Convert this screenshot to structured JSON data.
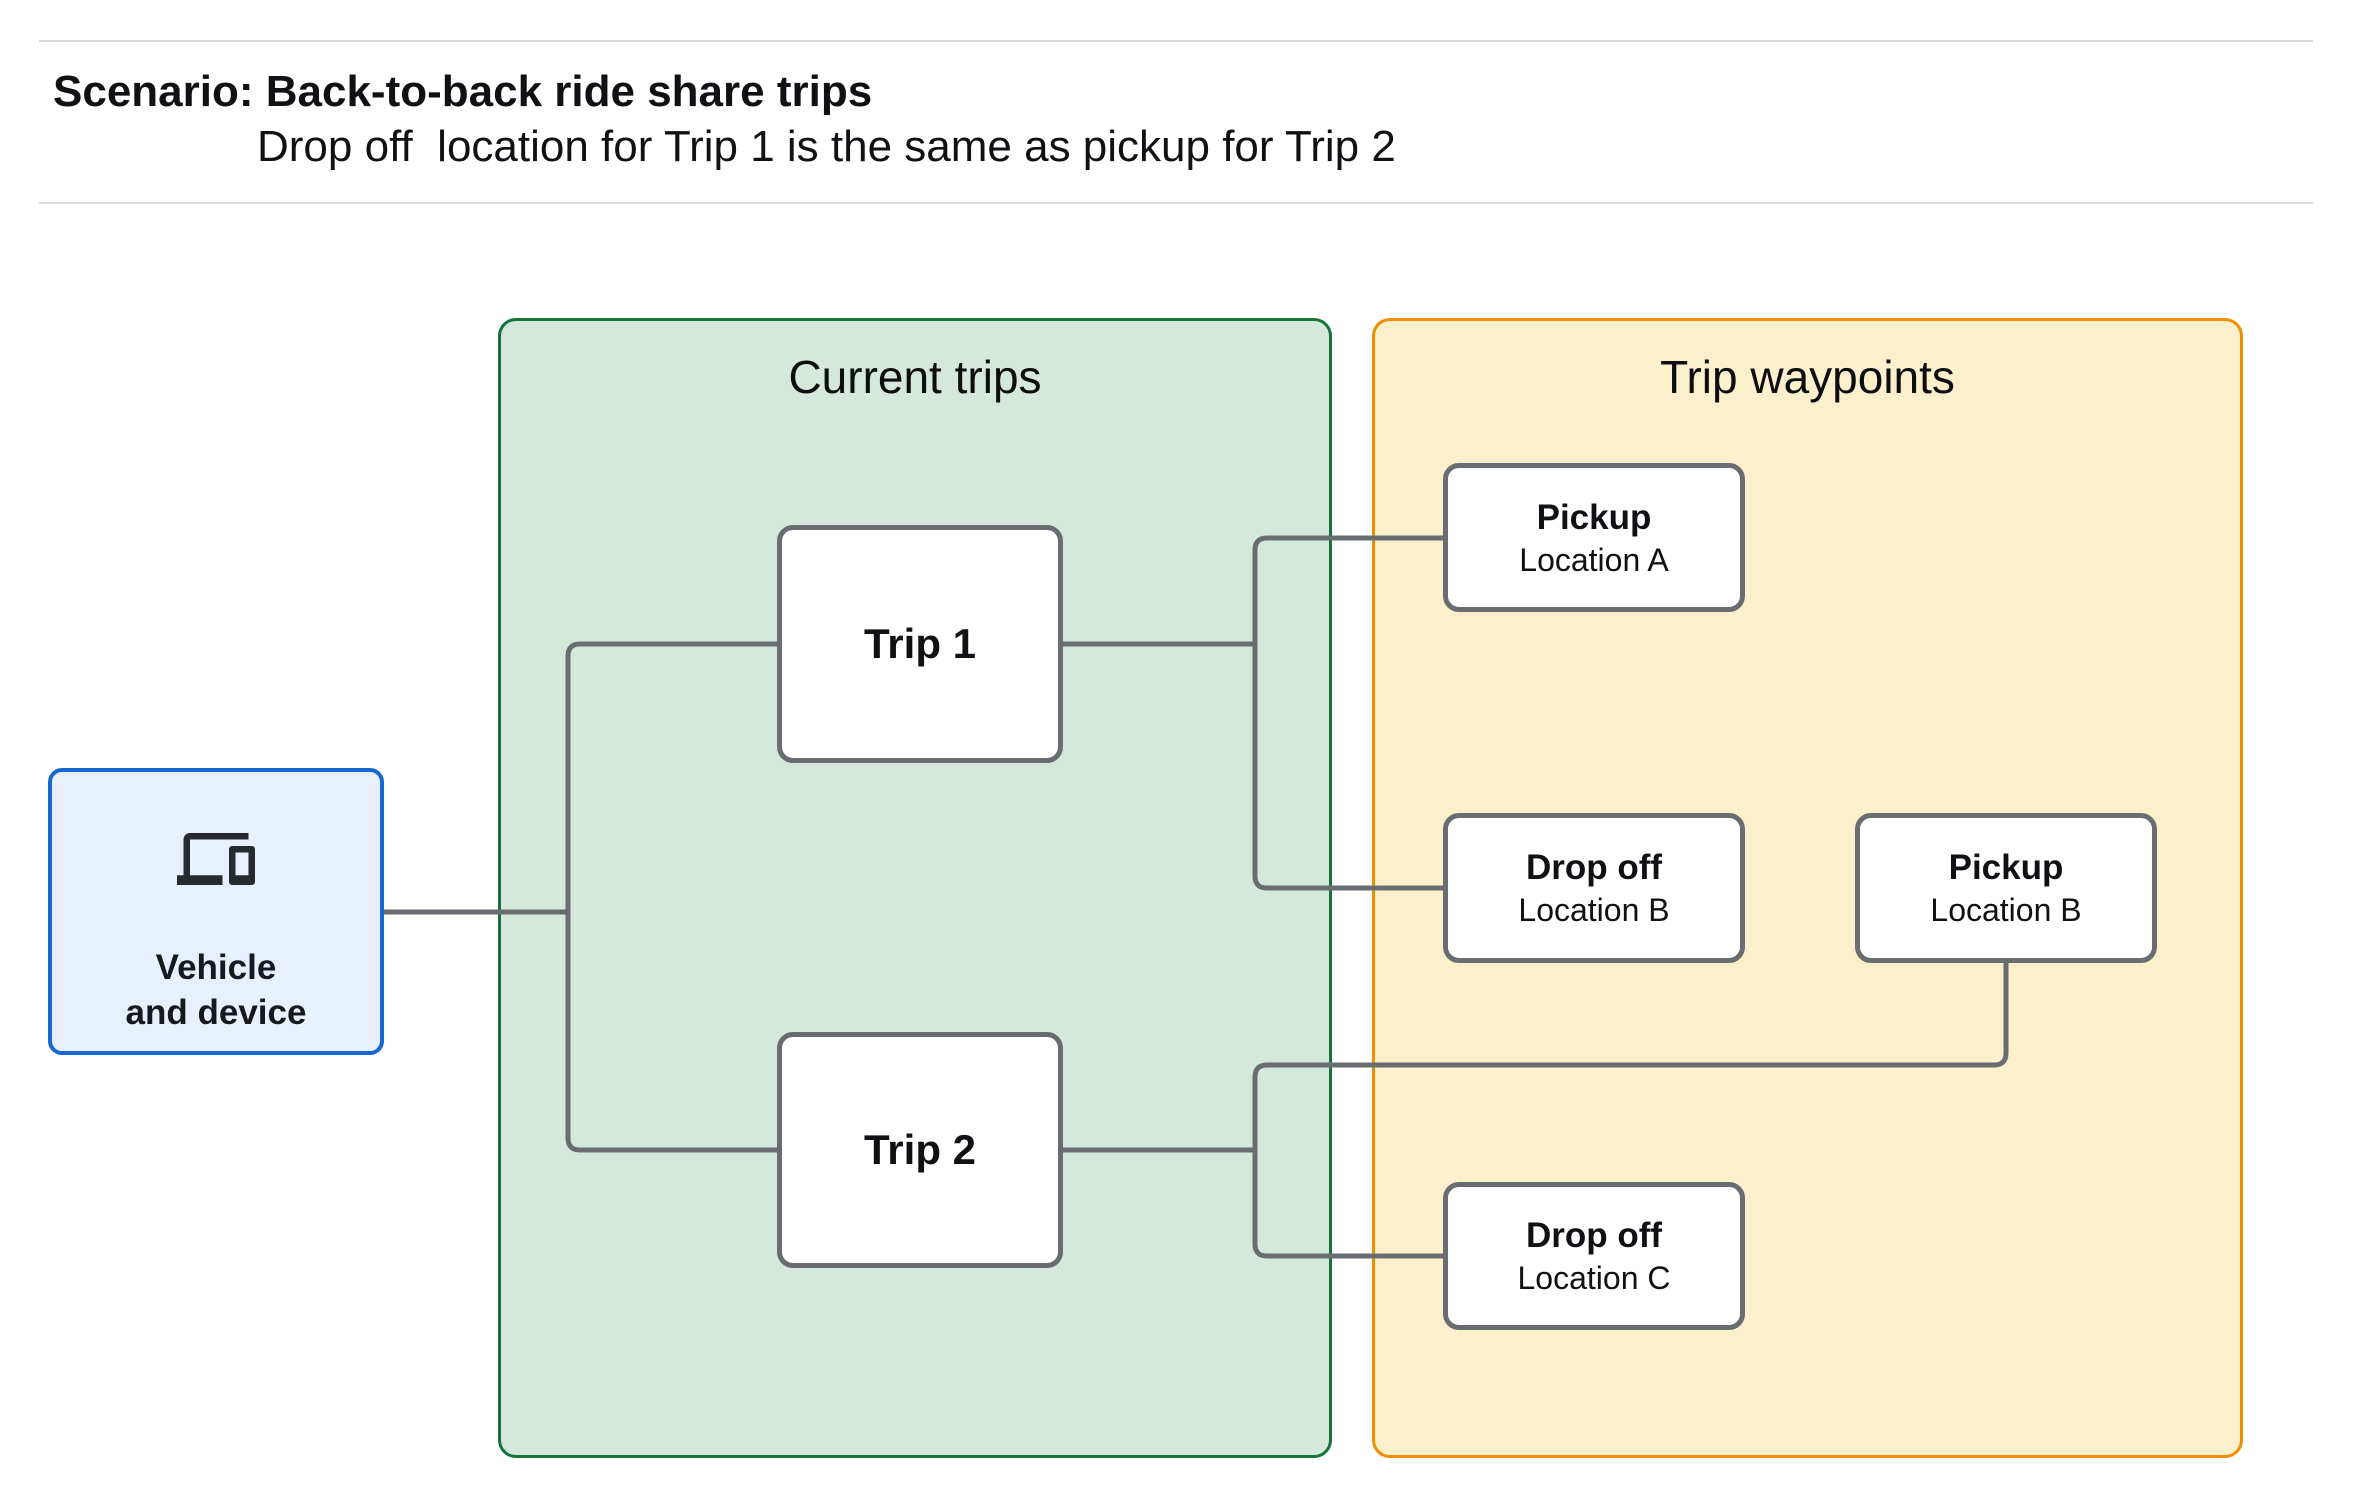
{
  "header": {
    "title": "Scenario: Back-to-back ride share trips",
    "subtitle": "Drop off  location for Trip 1 is the same as pickup for Trip 2"
  },
  "vehicle": {
    "icon": "devices-icon",
    "line1": "Vehicle",
    "line2": "and device"
  },
  "groups": {
    "current_trips": {
      "title": "Current trips",
      "fill": "#d4e8db",
      "border": "#17713a"
    },
    "trip_waypoints": {
      "title": "Trip waypoints",
      "fill": "#fcf0cc",
      "border": "#f18d00"
    }
  },
  "trips": [
    {
      "label": "Trip 1"
    },
    {
      "label": "Trip 2"
    }
  ],
  "waypoints": [
    {
      "type": "Pickup",
      "location": "Location A"
    },
    {
      "type": "Drop off",
      "location": "Location B"
    },
    {
      "type": "Pickup",
      "location": "Location B"
    },
    {
      "type": "Drop off",
      "location": "Location C"
    }
  ],
  "colors": {
    "vehicle_fill": "#e8f0fe",
    "vehicle_border": "#1967d2",
    "node_border": "#696c70",
    "connector": "#696c70",
    "rule": "#d8dadd",
    "text": "#101114"
  }
}
